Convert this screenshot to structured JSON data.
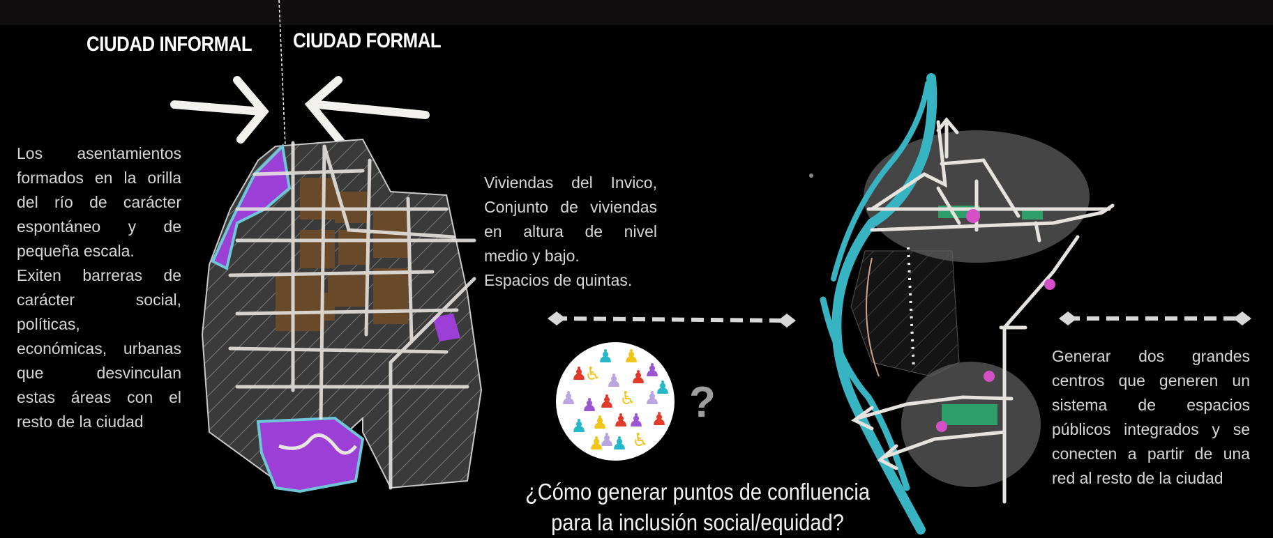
{
  "titles": {
    "informal": "CIUDAD INFORMAL",
    "formal": "CIUDAD FORMAL"
  },
  "left_text": [
    "Los asentamientos",
    "formados en la orilla",
    "del río de carácter",
    "espontáneo y de",
    "pequeña escala.",
    "Exiten barreras de",
    "carácter social,",
    "políticas,",
    "económicas, urbanas",
    "que desvinculan",
    "estas áreas con el",
    "resto de la ciudad"
  ],
  "middle_text": [
    "Viviendas del Invico,",
    "Conjunto de viviendas",
    "en altura de nivel",
    "medio y bajo.",
    "Espacios de quintas."
  ],
  "right_text": [
    "Generar dos grandes",
    "centros que generen un",
    "sistema de espacios",
    "públicos integrados y se",
    "conecten a partir de una",
    "red al resto de la ciudad"
  ],
  "question": {
    "line1": "¿Cómo generar puntos de confluencia",
    "line2": "para la inclusión social/equidad?"
  },
  "question_mark": "?",
  "colors": {
    "river": "#38b3c2",
    "informal_zone": "#9b3fd6",
    "formal_blocks": "#6b4a2a",
    "roads": "#e6e3df",
    "green_spaces": "#2e9e6a",
    "nodes": "#d54fc7"
  },
  "icons": [
    "double-arrow-icon",
    "people-circle-icon",
    "converging-arrows-icon"
  ]
}
